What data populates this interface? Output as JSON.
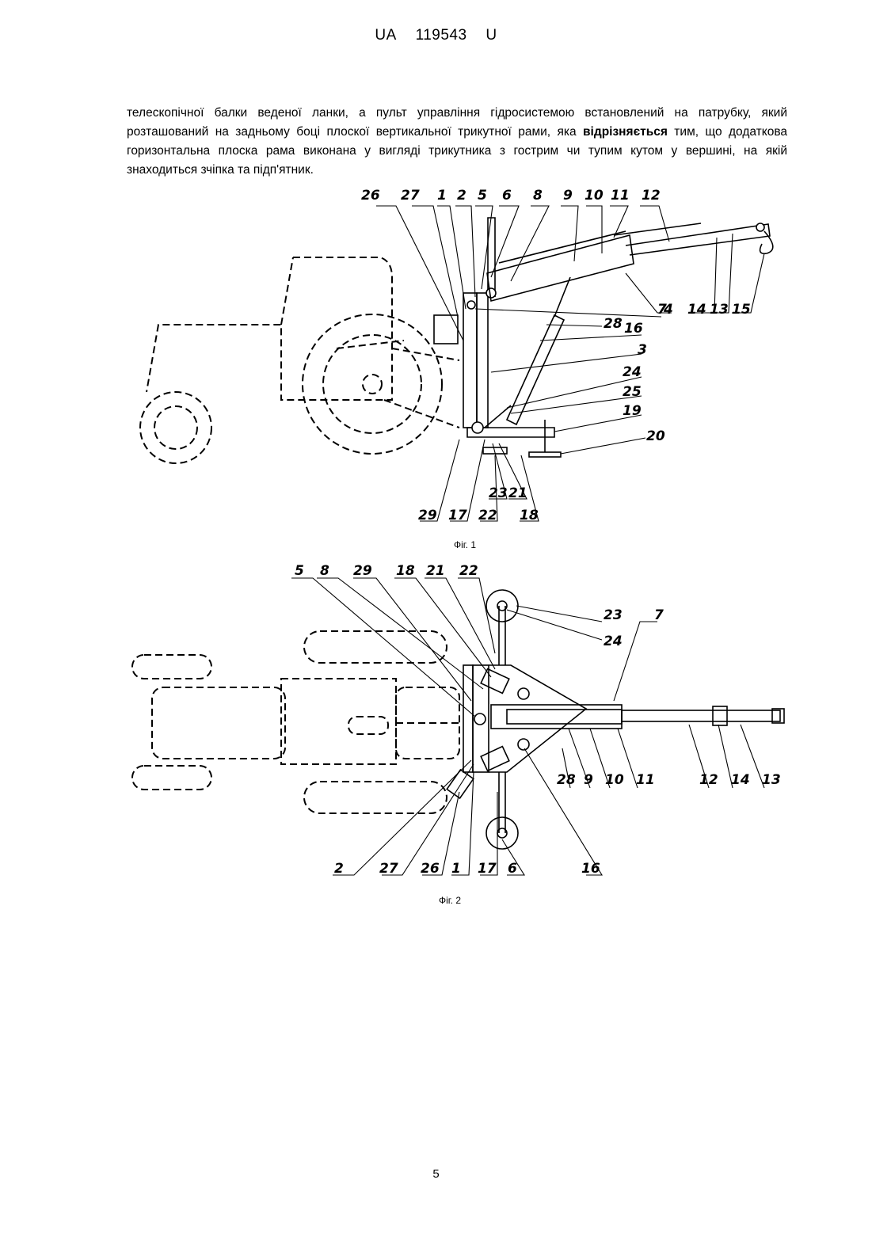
{
  "header": {
    "country": "UA",
    "number": "119543",
    "kind": "U"
  },
  "paragraph": {
    "part1": "телескопічної балки веденої ланки, а пульт управління гідросистемою встановлений на патрубку, який розташований на задньому боці плоскої вертикальної трикутної рами, яка ",
    "emphasis": "відрізняється",
    "part2": " тим, що додаткова горизонтальна плоска рама виконана у вигляді трикутника з гострим чи тупим кутом у вершині, на якій знаходиться зчіпка та підп'ятник."
  },
  "figure1": {
    "caption": "Фіг. 1",
    "labels": [
      "26",
      "27",
      "1",
      "2",
      "5",
      "6",
      "8",
      "9",
      "10",
      "11",
      "12",
      "4",
      "7",
      "14",
      "13",
      "15",
      "28",
      "16",
      "3",
      "24",
      "25",
      "19",
      "20",
      "23",
      "21",
      "29",
      "17",
      "22",
      "18"
    ]
  },
  "figure2": {
    "caption": "Фіг. 2",
    "labels": [
      "5",
      "8",
      "29",
      "18",
      "21",
      "22",
      "23",
      "7",
      "24",
      "28",
      "9",
      "10",
      "11",
      "12",
      "14",
      "13",
      "2",
      "27",
      "26",
      "1",
      "17",
      "6",
      "16"
    ]
  },
  "page_number": "5"
}
